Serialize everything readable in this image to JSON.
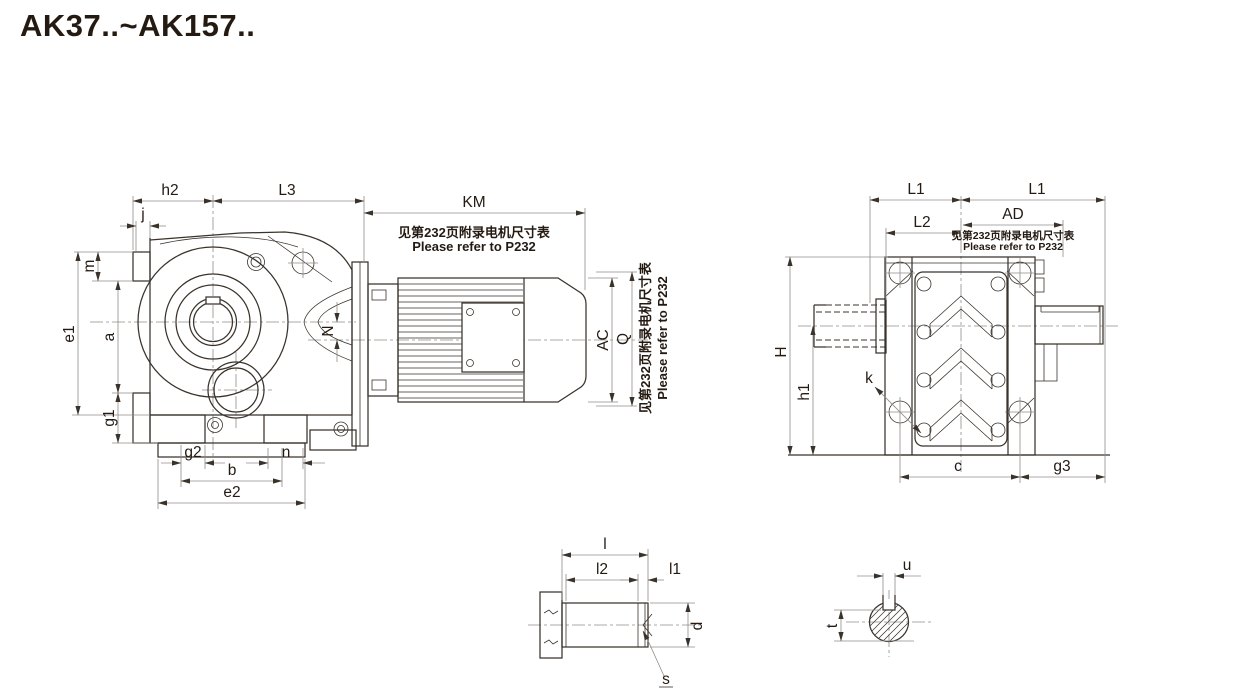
{
  "title": "AK37..~AK157..",
  "note": {
    "cn": "见第232页附录电机尺寸表",
    "en": "Please refer to P232"
  },
  "labels": {
    "h2": "h2",
    "L3": "L3",
    "KM": "KM",
    "j": "j",
    "m": "m",
    "e1": "e1",
    "a": "a",
    "g1": "g1",
    "N": "N",
    "g2": "g2",
    "n": "n",
    "b": "b",
    "e2": "e2",
    "AC": "AC",
    "Q": "Q",
    "L1": "L1",
    "L2": "L2",
    "AD": "AD",
    "H": "H",
    "h1": "h1",
    "k": "k",
    "c": "c",
    "g3": "g3",
    "l": "l",
    "l2": "l2",
    "l1": "l1",
    "d": "d",
    "s": "s",
    "u": "u",
    "t": "t"
  },
  "colors": {
    "line": "#3a332c",
    "dim": "#908d8b",
    "text": "#241a12",
    "bg": "#ffffff"
  }
}
